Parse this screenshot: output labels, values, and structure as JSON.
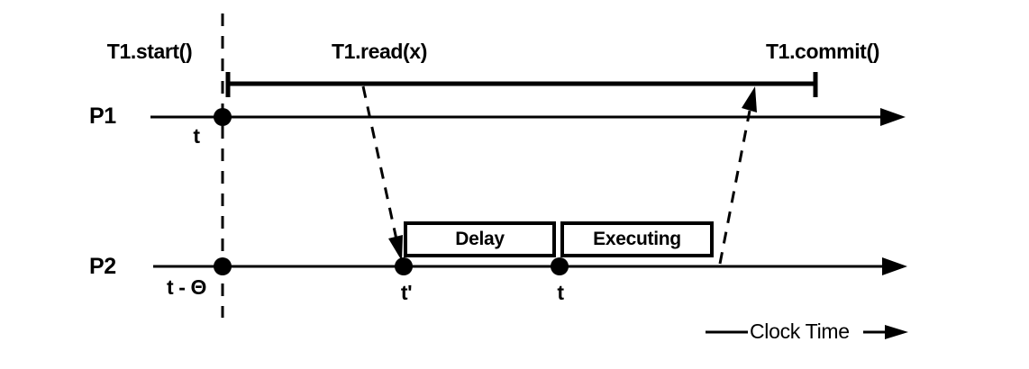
{
  "colors": {
    "ink": "#000000",
    "background": "#ffffff"
  },
  "transaction": {
    "start_label": "T1.start()",
    "read_label": "T1.read(x)",
    "commit_label": "T1.commit()"
  },
  "timelines": {
    "p1": {
      "label": "P1",
      "start_time_label": "t"
    },
    "p2": {
      "label": "P2",
      "offset_time_label": "t - Θ",
      "arrival_time_label": "t'",
      "exec_time_label": "t"
    }
  },
  "phases": {
    "delay": "Delay",
    "executing": "Executing"
  },
  "legend": {
    "clock_time_label": "Clock Time"
  }
}
